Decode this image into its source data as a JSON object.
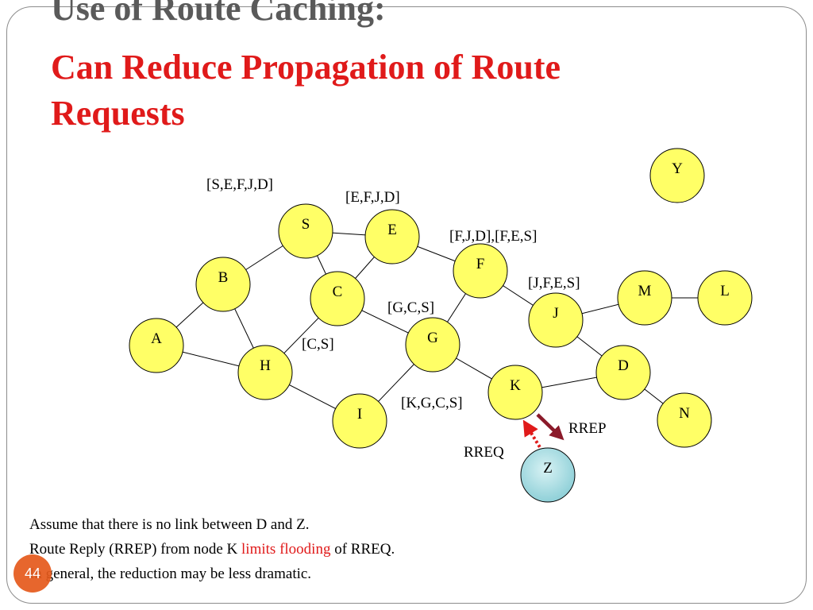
{
  "title": {
    "line1": "Use of Route Caching:",
    "line2": "Can Reduce Propagation of Route Requests"
  },
  "colors": {
    "title_gray": "#5a5a5a",
    "title_red": "#e01a1a",
    "node_fill": "#ffff66",
    "node_stroke": "#000000",
    "dest_node_fill": "#a8dde3",
    "rreq_arrow": "#e01a1a",
    "rrep_arrow": "#8b1a2a",
    "badge": "#e55a1c"
  },
  "nodes": [
    {
      "id": "S",
      "label": "S"
    },
    {
      "id": "E",
      "label": "E"
    },
    {
      "id": "F",
      "label": "F"
    },
    {
      "id": "B",
      "label": "B"
    },
    {
      "id": "C",
      "label": "C"
    },
    {
      "id": "A",
      "label": "A"
    },
    {
      "id": "H",
      "label": "H"
    },
    {
      "id": "G",
      "label": "G"
    },
    {
      "id": "I",
      "label": "I"
    },
    {
      "id": "K",
      "label": "K"
    },
    {
      "id": "J",
      "label": "J"
    },
    {
      "id": "M",
      "label": "M"
    },
    {
      "id": "L",
      "label": "L"
    },
    {
      "id": "D",
      "label": "D"
    },
    {
      "id": "N",
      "label": "N"
    },
    {
      "id": "Y",
      "label": "Y"
    },
    {
      "id": "Z",
      "label": "Z"
    }
  ],
  "edges": [
    [
      "S",
      "E"
    ],
    [
      "S",
      "B"
    ],
    [
      "S",
      "C"
    ],
    [
      "E",
      "C"
    ],
    [
      "E",
      "F"
    ],
    [
      "B",
      "A"
    ],
    [
      "B",
      "H"
    ],
    [
      "A",
      "H"
    ],
    [
      "C",
      "H"
    ],
    [
      "C",
      "G"
    ],
    [
      "F",
      "G"
    ],
    [
      "F",
      "J"
    ],
    [
      "H",
      "I"
    ],
    [
      "I",
      "G"
    ],
    [
      "G",
      "K"
    ],
    [
      "J",
      "M"
    ],
    [
      "M",
      "L"
    ],
    [
      "J",
      "D"
    ],
    [
      "K",
      "D"
    ],
    [
      "D",
      "N"
    ]
  ],
  "route_labels": [
    {
      "id": "at-S",
      "text": "[S,E,F,J,D]"
    },
    {
      "id": "at-E",
      "text": "[E,F,J,D]"
    },
    {
      "id": "at-F",
      "text": "[F,J,D],[F,E,S]"
    },
    {
      "id": "at-J",
      "text": "[J,F,E,S]"
    },
    {
      "id": "at-G",
      "text": "[G,C,S]"
    },
    {
      "id": "at-C",
      "text": "[C,S]"
    },
    {
      "id": "at-K",
      "text": "[K,G,C,S]"
    }
  ],
  "arrows": {
    "rreq_label": "RREQ",
    "rrep_label": "RREP"
  },
  "notes": {
    "line1": "Assume that there is no link between D and Z.",
    "line2_before": "Route Reply (RREP) from node K ",
    "line2_highlight": "limits flooding",
    "line2_after": " of RREQ.",
    "line3": "In general, the reduction may be less dramatic."
  },
  "slide_number": "44"
}
